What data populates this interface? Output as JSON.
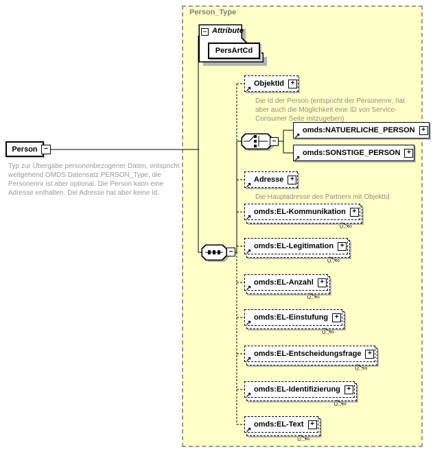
{
  "diagram": {
    "root": {
      "label": "Person",
      "annotation": "Typ zur Übergabe personenbezogener Daten, entspricht weitgehend OMDS Datensatz PERSON_Type, die Personennr ist aber optional. Die Person kann eine Adresse enthalten. Die Adresse hat aber keine Id."
    },
    "container": {
      "label": "Person_Type"
    },
    "attribute_section": {
      "label": "Attribute",
      "items": [
        "PersArtCd"
      ]
    },
    "children": [
      {
        "name": "ObjektId",
        "optional": true,
        "annotation": "Die Id der Person (entspricht der Personennr, hat aber auch die Möglichkeit eine ID von Service-Consumer Seite mitzugeben)"
      },
      {
        "type": "choice",
        "options": [
          {
            "name": "omds:NATUERLICHE_PERSON"
          },
          {
            "name": "omds:SONSTIGE_PERSON"
          }
        ]
      },
      {
        "name": "Adresse",
        "optional": true,
        "annotation": "Die Hauptadresse des Partners mit ObjektId"
      },
      {
        "name": "omds:EL-Kommunikation",
        "occurs": "0..∞"
      },
      {
        "name": "omds:EL-Legitimation",
        "occurs": "0..∞"
      },
      {
        "name": "omds:EL-Anzahl",
        "occurs": "0..∞"
      },
      {
        "name": "omds:EL-Einstufung",
        "occurs": "0..∞"
      },
      {
        "name": "omds:EL-Entscheidungsfrage",
        "occurs": "0..∞"
      },
      {
        "name": "omds:EL-Identifizierung",
        "occurs": "0..∞"
      },
      {
        "name": "omds:EL-Text",
        "occurs": "0..∞"
      }
    ],
    "icons": {
      "expand": "+",
      "collapse": "−",
      "reference": "↗"
    },
    "colors": {
      "container_bg": "#FFFFC8",
      "container_border": "#9A9A9A",
      "annotation_text": "#8F8F85",
      "box_shadow": "#B4B4B4",
      "line": "#000000"
    }
  }
}
